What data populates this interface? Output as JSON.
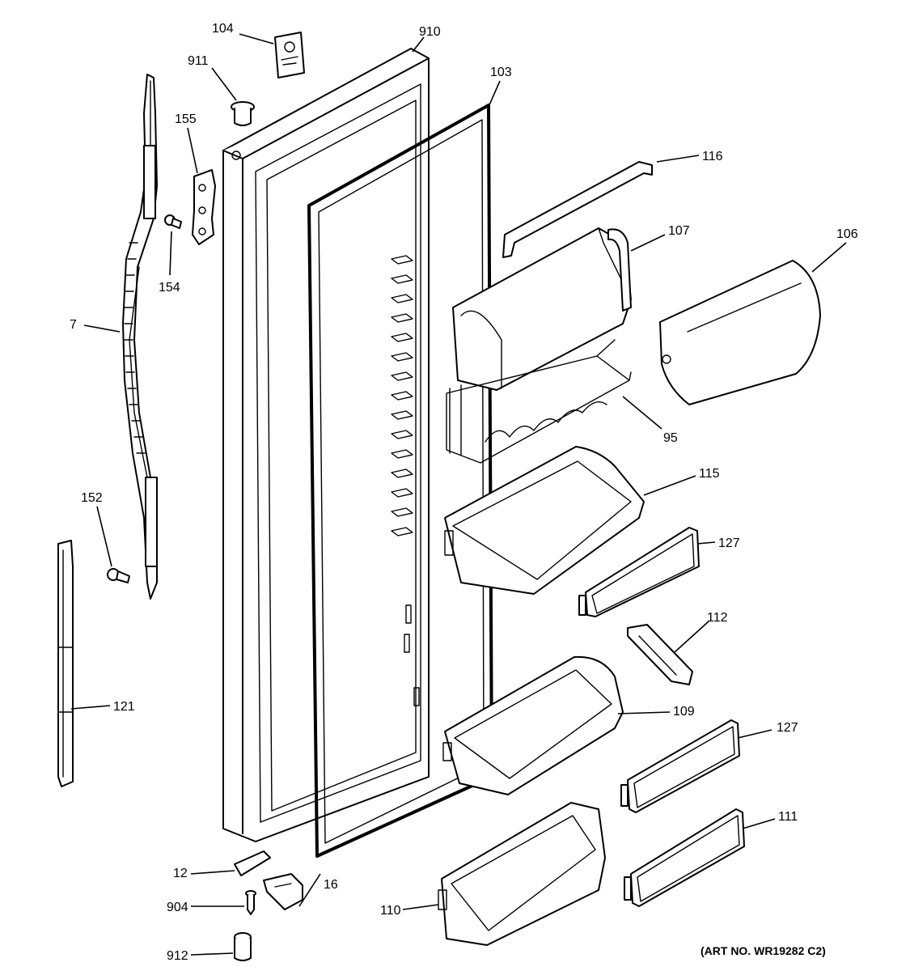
{
  "callouts": {
    "c104": "104",
    "c910": "910",
    "c911": "911",
    "c103": "103",
    "c155": "155",
    "c116": "116",
    "c107": "107",
    "c106": "106",
    "c154": "154",
    "c7": "7",
    "c95": "95",
    "c115": "115",
    "c152": "152",
    "c127a": "127",
    "c112": "112",
    "c121": "121",
    "c109": "109",
    "c127b": "127",
    "c111": "111",
    "c12": "12",
    "c904": "904",
    "c16": "16",
    "c110": "110",
    "c912": "912"
  },
  "art_number": "(ART NO. WR19282 C2)"
}
